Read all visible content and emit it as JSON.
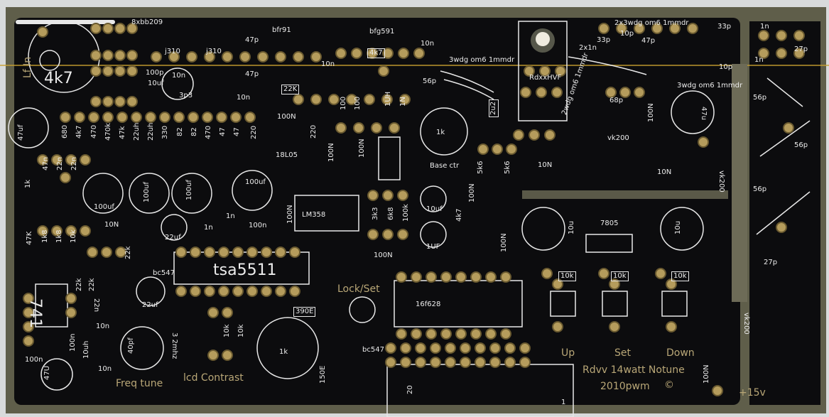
{
  "board": {
    "colors": {
      "substrate": "#0c0c0e",
      "silkscreen": "#ececec",
      "pad": "#b59c5c",
      "edge": "#5f5e4a",
      "background": "#d8dadb"
    },
    "labels": {
      "l0": "8xbb209",
      "l1": "bfr91",
      "l2": "bfg591",
      "l3": "4k7",
      "l4": "4k7",
      "l5": "j310",
      "l6": "j310",
      "l7": "47p",
      "l8": "47p",
      "l9": "100p",
      "l10": "10n",
      "l11": "10n",
      "l12": "10uf",
      "l13": "3p3",
      "l14": "10n",
      "l15": "22K",
      "l16": "10n",
      "l17": "56p",
      "l18": "3wdg om6 1mmdr",
      "l19": "RdxxHVF",
      "l20": "2x1n",
      "l21": "33p",
      "l22": "10p",
      "l23": "47p",
      "l24": "2x3wdg om6 1mmdr",
      "l25": "33p",
      "l26": "10p",
      "l27": "1n",
      "l28": "27p",
      "l29": "1n",
      "l30": "56p",
      "l31": "56p",
      "l32": "56p",
      "l33": "27p",
      "l34": "2wdg om6 1mmdr",
      "l35": "68p",
      "l36": "3wdg om6 1mmdr",
      "l37": "100N",
      "l38": "47u",
      "l39": "vk200",
      "l40": "10N",
      "l41": "vk200",
      "l42": "7805",
      "l43": "10u",
      "l44": "10u",
      "l45": "10N",
      "l46": "5k6",
      "l47": "5k6",
      "l48": "2u2",
      "l49": "1k",
      "l50": "Base ctr",
      "l51": "680",
      "l52": "4k7",
      "l53": "470",
      "l54": "470k",
      "l55": "47k",
      "l56": "22uh",
      "l57": "22uh",
      "l58": "330",
      "l59": "82",
      "l60": "82",
      "l61": "470",
      "l62": "47",
      "l63": "47",
      "l64": "220",
      "l65": "220",
      "l66": "100N",
      "l67": "18L05",
      "l68": "100N",
      "l69": "100N",
      "l70": "100",
      "l71": "100",
      "l72": "1UH",
      "l73": "1N",
      "l74": "47uf",
      "l75": "47n",
      "l76": "22n",
      "l77": "22n",
      "l78": "1k",
      "l79": "100uf",
      "l80": "100uf",
      "l81": "100uf",
      "l82": "100uf",
      "l83": "22uf",
      "l84": "1n",
      "l85": "100n",
      "l86": "10N",
      "l87": "1n",
      "l88": "47K",
      "l89": "1k8",
      "l90": "1k8",
      "l91": "10k",
      "l92": "LM358",
      "l93": "100N",
      "l94": "3k3",
      "l95": "6k8",
      "l96": "100k",
      "l97": "10uf",
      "l98": "1UF",
      "l99": "4k7",
      "l100": "100N",
      "l101": "100N",
      "l102": "100N",
      "l103": "tsa5511",
      "l104": "bc547",
      "l105": "22k",
      "l106": "22k",
      "l107": "22k",
      "l108": "22n",
      "l109": "741",
      "l110": "22uf",
      "l111": "10n",
      "l112": "100n",
      "l113": "100n",
      "l114": "47U",
      "l115": "10uh",
      "l116": "10n",
      "l117": "40pf",
      "l118": "3 2mhz",
      "l119": "Freq tune",
      "l120": "lcd Contrast",
      "l121": "10k",
      "l122": "10k",
      "l123": "390E",
      "l124": "1k",
      "l125": "150E",
      "l126": "bc547",
      "l127": "Lock/Set",
      "l128": "16f628",
      "l129": "20",
      "l130": "1",
      "l131": "Up",
      "l132": "Set",
      "l133": "Down",
      "l134": "Rdvv 14watt Notune",
      "l135": "2010pwm",
      "l136": "©",
      "l137": "+15v",
      "l138": "100N",
      "l139": "10k",
      "l140": "10k",
      "l141": "10k",
      "l142": "vk200",
      "l143": "Lf In"
    }
  }
}
